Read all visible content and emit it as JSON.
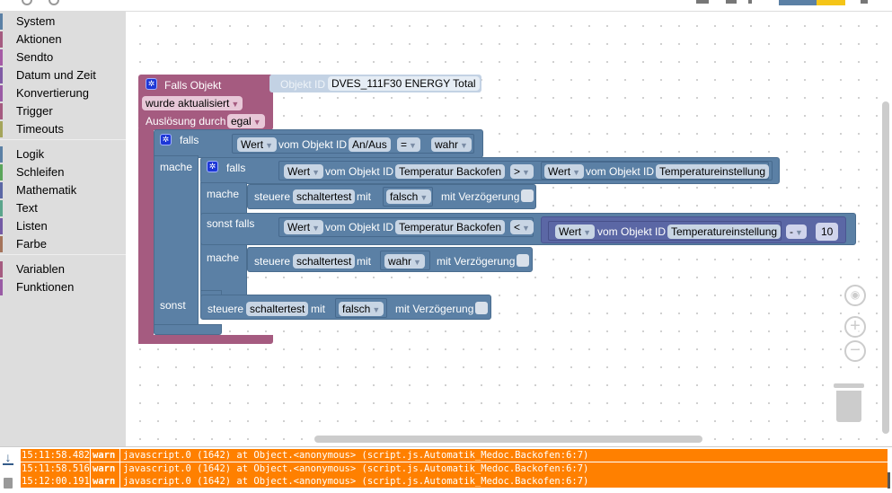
{
  "toolbox": {
    "categories": [
      {
        "label": "System",
        "color": "#5b80a5"
      },
      {
        "label": "Aktionen",
        "color": "#a55b80"
      },
      {
        "label": "Sendto",
        "color": "#a55ba5"
      },
      {
        "label": "Datum und Zeit",
        "color": "#805ba5"
      },
      {
        "label": "Konvertierung",
        "color": "#9a5ba5"
      },
      {
        "label": "Trigger",
        "color": "#a55b80"
      },
      {
        "label": "Timeouts",
        "color": "#a5a55b"
      },
      {
        "label": "Logik",
        "color": "#5b80a5"
      },
      {
        "label": "Schleifen",
        "color": "#5ba55b"
      },
      {
        "label": "Mathematik",
        "color": "#5b67a5"
      },
      {
        "label": "Text",
        "color": "#5ba58c"
      },
      {
        "label": "Listen",
        "color": "#745ba5"
      },
      {
        "label": "Farbe",
        "color": "#a5745b"
      },
      {
        "label": "Variablen",
        "color": "#a55b80"
      },
      {
        "label": "Funktionen",
        "color": "#995ba5"
      }
    ]
  },
  "workspace": {
    "trigger": {
      "title": "Falls Objekt",
      "event": "wurde aktualisiert",
      "cause_label": "Auslösung durch",
      "cause_value": "egal",
      "object_label": "Objekt ID",
      "object_id": "DVES_111F30 ENERGY  Total"
    },
    "if_outer": {
      "falls": "falls",
      "mache": "mache",
      "sonst": "sonst",
      "cond": {
        "attr": "Wert",
        "of": "vom Objekt ID",
        "obj": "An/Aus",
        "op": "=",
        "value": "wahr"
      }
    },
    "if_inner": {
      "falls": "falls",
      "mache": "mache",
      "sonst_falls": "sonst falls",
      "mache2": "mache",
      "cond1": {
        "attr": "Wert",
        "of": "vom Objekt ID",
        "obj": "Temperatur Backofen",
        "op": ">",
        "attr2": "Wert",
        "of2": "vom Objekt ID",
        "obj2": "Temperatureinstellung"
      },
      "cond2": {
        "attr": "Wert",
        "of": "vom Objekt ID",
        "obj": "Temperatur Backofen",
        "op": "<",
        "attr2": "Wert",
        "of2": "vom Objekt ID",
        "obj2": "Temperatureinstellung",
        "math_op": "-",
        "num": "10"
      }
    },
    "actions": [
      {
        "verb": "steuere",
        "target": "schaltertest",
        "with": "mit",
        "value": "falsch",
        "delay": "mit Verzögerung"
      },
      {
        "verb": "steuere",
        "target": "schaltertest",
        "with": "mit",
        "value": "wahr",
        "delay": "mit Verzögerung"
      },
      {
        "verb": "steuere",
        "target": "schaltertest",
        "with": "mit",
        "value": "falsch",
        "delay": "mit Verzögerung"
      }
    ]
  },
  "log": {
    "rows": [
      {
        "time": "15:11:58.482",
        "severity": "warn",
        "message": "javascript.0 (1642) at Object.<anonymous> (script.js.Automatik_Medoc.Backofen:6:7)"
      },
      {
        "time": "15:11:58.516",
        "severity": "warn",
        "message": "javascript.0 (1642) at Object.<anonymous> (script.js.Automatik_Medoc.Backofen:6:7)"
      },
      {
        "time": "15:12:00.191",
        "severity": "warn",
        "message": "javascript.0 (1642) at Object.<anonymous> (script.js.Automatik_Medoc.Backofen:6:7)"
      }
    ],
    "row_color": "#ff8000"
  }
}
